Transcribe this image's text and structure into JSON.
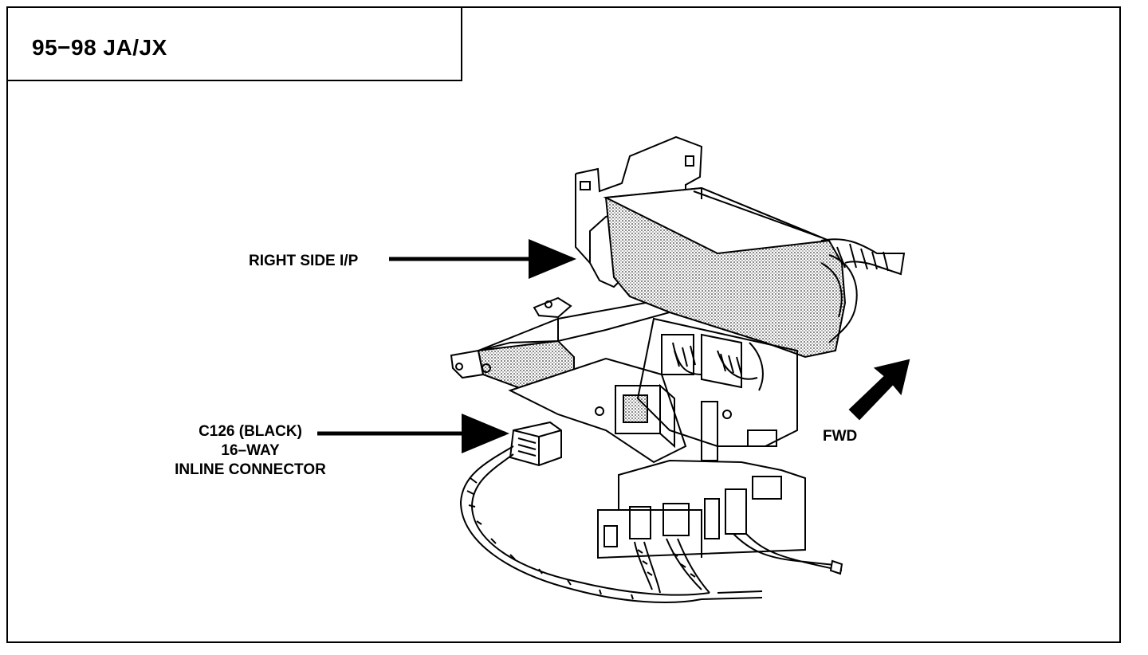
{
  "header": {
    "title": "95−98 JA/JX"
  },
  "callouts": {
    "right_side_ip": "RIGHT SIDE I/P",
    "c126_line1": "C126 (BLACK)",
    "c126_line2": "16–WAY",
    "c126_line3": "INLINE CONNECTOR",
    "fwd": "FWD"
  },
  "colors": {
    "ink": "#000000",
    "paper": "#ffffff",
    "shade": "#9a9a9a"
  }
}
